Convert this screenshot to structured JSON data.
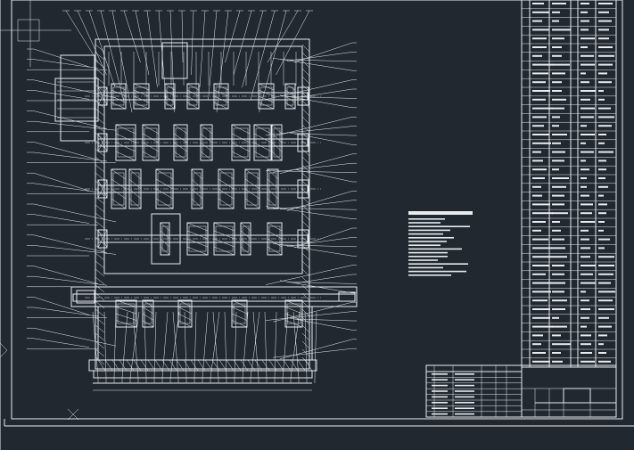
{
  "app": {
    "title": "",
    "background": "#212830",
    "line_color": "#e8ecef"
  },
  "drawing": {
    "type": "gearbox-assembly-section",
    "views": [
      "section-view"
    ],
    "technical_notes": {
      "heading": "",
      "lines": []
    },
    "parts_list": {
      "row_count": 42
    },
    "title_block": {
      "rows": 8
    }
  }
}
